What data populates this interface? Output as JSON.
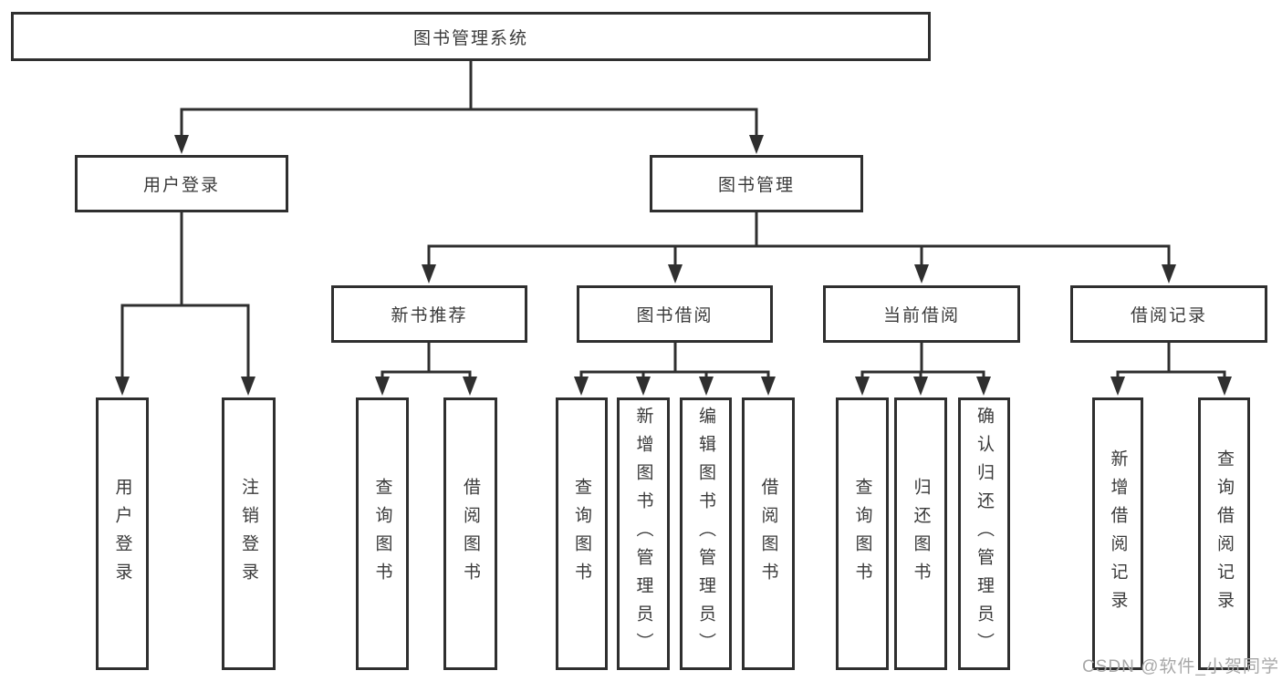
{
  "title": "图书管理系统",
  "watermark": "CSDN @软件_小贺同学",
  "colors": {
    "line": "#2f2f2f",
    "box_border": "#2f2f2f",
    "text": "#3a3a3a",
    "watermark": "#a8a8a8",
    "background": "#ffffff"
  },
  "tree": {
    "label": "图书管理系统",
    "children": [
      {
        "label": "用户登录",
        "children": [
          {
            "label": "用户登录"
          },
          {
            "label": "注销登录"
          }
        ]
      },
      {
        "label": "图书管理",
        "children": [
          {
            "label": "新书推荐",
            "children": [
              {
                "label": "查询图书"
              },
              {
                "label": "借阅图书"
              }
            ]
          },
          {
            "label": "图书借阅",
            "children": [
              {
                "label": "查询图书"
              },
              {
                "label": "新增图书（管理员）"
              },
              {
                "label": "编辑图书（管理员）"
              },
              {
                "label": "借阅图书"
              }
            ]
          },
          {
            "label": "当前借阅",
            "children": [
              {
                "label": "查询图书"
              },
              {
                "label": "归还图书"
              },
              {
                "label": "确认归还（管理员）"
              }
            ]
          },
          {
            "label": "借阅记录",
            "children": [
              {
                "label": "新增借阅记录"
              },
              {
                "label": "查询借阅记录"
              }
            ]
          }
        ]
      }
    ]
  }
}
